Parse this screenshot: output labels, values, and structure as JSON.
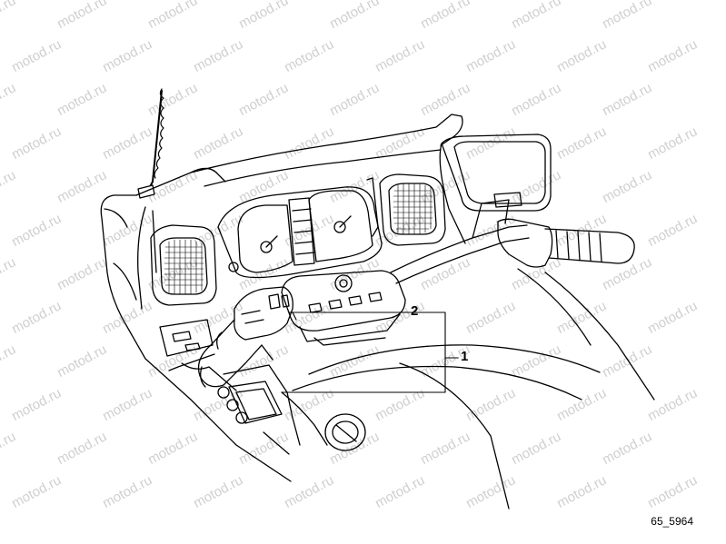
{
  "watermark": {
    "text": "motod.ru",
    "color": "#cfcfcf"
  },
  "callouts": [
    {
      "id": "1",
      "label": "1"
    },
    {
      "id": "2",
      "label": "2"
    }
  ],
  "figure_id": "65_5964",
  "colors": {
    "line": "#000000",
    "background": "#ffffff"
  }
}
